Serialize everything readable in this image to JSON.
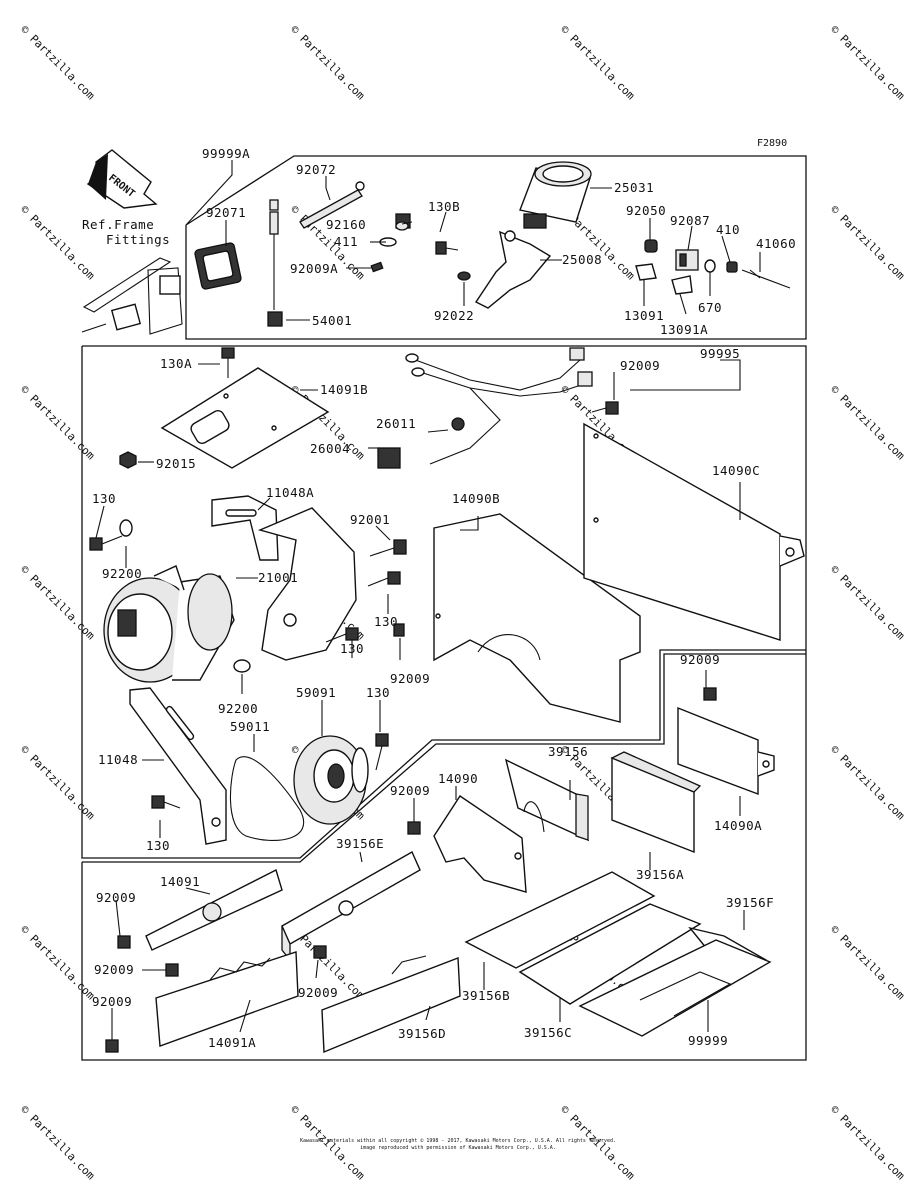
{
  "figure_code": "F2890",
  "front_arrow": "FRONT",
  "ref_note": {
    "line1": "Ref.Frame",
    "line2": "Fittings"
  },
  "labels": {
    "p99999A": "99999A",
    "p92072": "92072",
    "p92071": "92071",
    "p92160": "92160",
    "p130B": "130B",
    "p411": "411",
    "p92009A": "92009A",
    "p54001": "54001",
    "p25031": "25031",
    "p25008": "25008",
    "p92022": "92022",
    "p92050": "92050",
    "p92087": "92087",
    "p410": "410",
    "p41060": "41060",
    "p13091": "13091",
    "p670": "670",
    "p13091A": "13091A",
    "p130A": "130A",
    "p14091B": "14091B",
    "p92009_1": "92009",
    "p99995": "99995",
    "p26011": "26011",
    "p26004": "26004",
    "p92015": "92015",
    "p130_1": "130",
    "p11048A": "11048A",
    "p14090B": "14090B",
    "p14090C": "14090C",
    "p92001": "92001",
    "p92200_1": "92200",
    "p21001": "21001",
    "p130_2": "130",
    "p130_3": "130",
    "p92009_2": "92009",
    "p92200_2": "92200",
    "p59091": "59091",
    "p130_4": "130",
    "p59011": "59011",
    "p11048": "11048",
    "p130_5": "130",
    "p92009_3": "92009",
    "p14090A": "14090A",
    "p39156": "39156",
    "p92009_4": "92009",
    "p14090": "14090",
    "p39156A": "39156A",
    "p39156E": "39156E",
    "p14091": "14091",
    "p92009_5": "92009",
    "p39156F": "39156F",
    "p92009_6": "92009",
    "p92009_7": "92009",
    "p39156B": "39156B",
    "p92009_8": "92009",
    "p14091A": "14091A",
    "p39156D": "39156D",
    "p39156C": "39156C",
    "p99999": "99999"
  },
  "copyright": {
    "line1": "Kawasaki materials within all copyright © 1998 - 2017, Kawasaki Motors Corp., U.S.A. All rights reserved.",
    "line2": "image reproduced with permission of Kawasaki Motors Corp., U.S.A."
  },
  "watermark_text": "© Partzilla.com"
}
